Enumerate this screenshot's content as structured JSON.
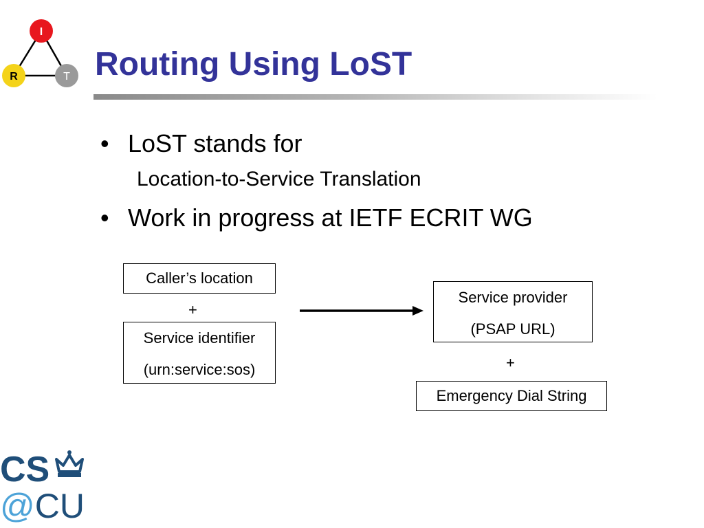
{
  "slide": {
    "title": "Routing Using LoST",
    "bullets": [
      {
        "marker": "•",
        "text": "LoST stands for",
        "sub": "Location-to-Service Translation"
      },
      {
        "marker": "•",
        "text": "Work in progress at IETF ECRIT WG"
      }
    ]
  },
  "irt_logo": {
    "nodes": [
      {
        "letter": "I",
        "color": "#e8171e"
      },
      {
        "letter": "R",
        "color": "#f4d31a"
      },
      {
        "letter": "T",
        "color": "#9a9a9a"
      }
    ]
  },
  "diagram": {
    "input": {
      "callers_location": "Caller’s location",
      "plus": "+",
      "service_identifier": [
        "Service identifier",
        "(urn:service:sos)"
      ]
    },
    "output": {
      "service_provider": [
        "Service provider",
        "(PSAP URL)"
      ],
      "plus": "+",
      "dial_string": "Emergency Dial String"
    }
  },
  "footer_logo": {
    "line1": "CS",
    "line2": "@CU",
    "color": "#1f4e79",
    "accent": "#4da3d8"
  },
  "colors": {
    "title": "#333399"
  }
}
